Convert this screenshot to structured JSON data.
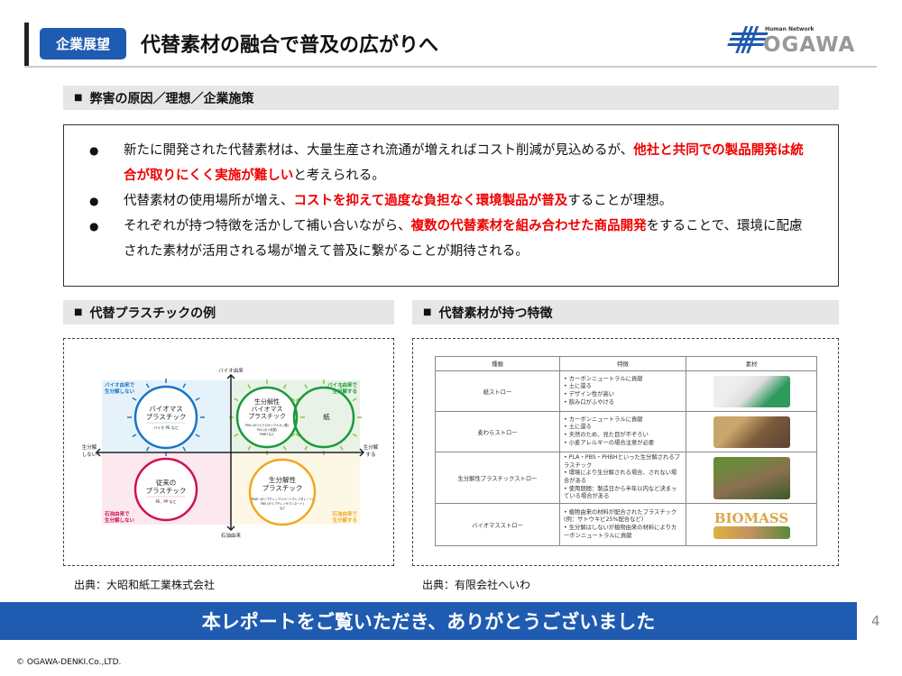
{
  "header": {
    "badge": "企業展望",
    "title": "代替素材の融合で普及の広がりへ",
    "logo_sub": "Human Network",
    "logo_main": "OGAWA"
  },
  "section1": {
    "title": "弊害の原因／理想／企業施策",
    "bullets": [
      {
        "parts": [
          {
            "t": "新たに開発された代替素材は、大量生産され流通が増えればコスト削減が見込めるが、"
          },
          {
            "t": "他社と共同での製品開発は統合が取りにくく実施が難しい",
            "red": true
          },
          {
            "t": "と考えられる。"
          }
        ]
      },
      {
        "parts": [
          {
            "t": "代替素材の使用場所が増え、"
          },
          {
            "t": "コストを抑えて過度な負担なく環境製品が普及",
            "red": true
          },
          {
            "t": "することが理想。"
          }
        ]
      },
      {
        "parts": [
          {
            "t": "それぞれが持つ特徴を活かして補い合いながら、"
          },
          {
            "t": "複数の代替素材を組み合わせた商品開発",
            "red": true
          },
          {
            "t": "をすることで、環境に配慮された素材が活用される場が増えて普及に繋がることが期待される。"
          }
        ]
      }
    ]
  },
  "section2": {
    "title": "代替プラスチックの例",
    "source": "出典：大昭和紙工業株式会社",
    "diagram": {
      "axis_top": "バイオ由来",
      "axis_bottom": "石油由来",
      "axis_left": [
        "生分解",
        "しない"
      ],
      "axis_right": [
        "生分解",
        "する"
      ],
      "q_tl": [
        "バイオ由来で",
        "生分解しない"
      ],
      "q_tr": [
        "バイオ由来で",
        "生分解する"
      ],
      "q_bl": [
        "石油由来で",
        "生分解しない"
      ],
      "q_br": [
        "石油由来で",
        "生分解する"
      ],
      "biomass": {
        "title": [
          "バイオマス",
          "プラスチック"
        ],
        "sub": [
          "バイオ PE など"
        ]
      },
      "bio_biomass": {
        "title": [
          "生分解性",
          "バイオマス",
          "プラスチック"
        ],
        "sub": [
          "PHA (ポリヒドロキシアルカン酸)",
          "PLA (ポリ乳酸)",
          "PHBH など"
        ]
      },
      "paper": {
        "title": [
          "紙"
        ]
      },
      "conventional": {
        "title": [
          "従来の",
          "プラスチック"
        ],
        "sub": [
          "PE、PP など"
        ]
      },
      "bio": {
        "title": [
          "生分解性",
          "プラスチック"
        ],
        "sub": [
          "PBAT (ポリブチレンアジペートテレフタレート)",
          "PBS (ポリブチレンサクシネート)",
          "など"
        ]
      },
      "colors": {
        "blue": "#1a74c4",
        "green": "#1a9a3c",
        "red": "#d0104c",
        "orange": "#f0a820"
      }
    }
  },
  "section3": {
    "title": "代替素材が持つ特徴",
    "source": "出典：有限会社へいわ",
    "table": {
      "headers": [
        "種類",
        "特徴",
        "素材"
      ],
      "rows": [
        {
          "name": "紙ストロー",
          "features": [
            "カーボンニュートラルに貢献",
            "土に還る",
            "デザイン性が高い",
            "飲み口がふやける"
          ],
          "image": "paper-straws"
        },
        {
          "name": "麦わらストロー",
          "features": [
            "カーボンニュートラルに貢献",
            "土に還る",
            "天然のため、見た目が不ぞろい",
            "小麦アレルギーの場合注意が必要"
          ],
          "image": "wheat-straws"
        },
        {
          "name": "生分解性プラスチックストロー",
          "features": [
            "PLA・PBS・PHBHといった生分解されるプラスチック",
            "環境により生分解される場合、されない場合がある",
            "使用期間：製造日から半年以内など決まっている場合がある"
          ],
          "image": "compost"
        },
        {
          "name": "バイオマスストロー",
          "features": [
            "植物由来の材料が配合されたプラスチック(例：サトウキビ25%配合など)",
            "生分解はしないが植物由来の材料によりカーボンニュートラルに貢献"
          ],
          "image": "biomass",
          "image_text": "BIOMASS"
        }
      ]
    }
  },
  "footer": {
    "banner": "本レポートをご覧いただき、ありがとうございました",
    "page": "4",
    "copyright": "© OGAWA-DENKI.Co.,LTD."
  }
}
